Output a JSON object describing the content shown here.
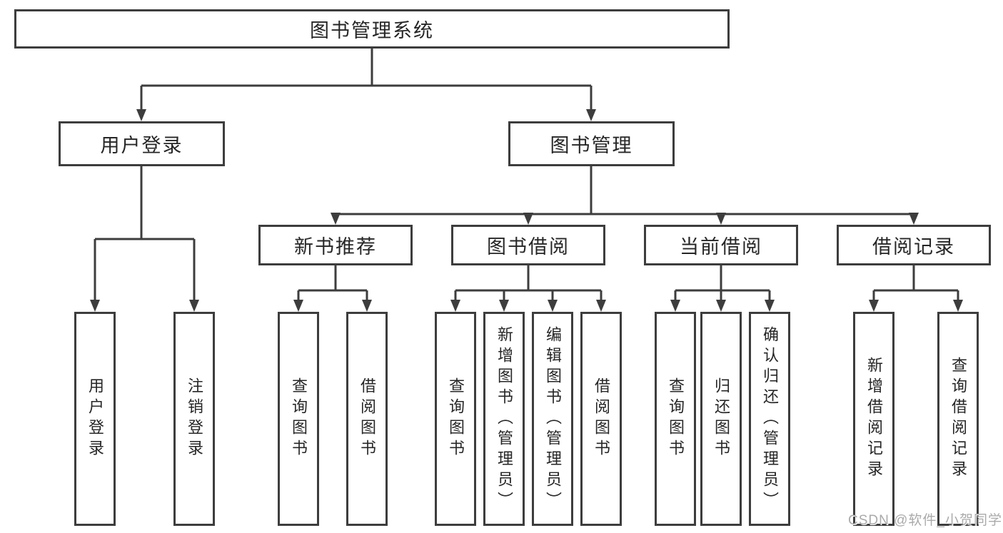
{
  "diagram_title": "图书管理系统",
  "watermark": "CSDN @软件_小贺同学",
  "colors": {
    "background": "#ffffff",
    "box_border": "#3d3d3d",
    "connector_line": "#3d3d3d",
    "text": "#262626",
    "watermark_text": "#aaaaaa"
  },
  "tree": {
    "root": {
      "label": "图书管理系统",
      "children": [
        {
          "label": "用户登录",
          "children": [
            {
              "label": "用户登录"
            },
            {
              "label": "注销登录"
            }
          ]
        },
        {
          "label": "图书管理",
          "children": [
            {
              "label": "新书推荐",
              "children": [
                {
                  "label": "查询图书"
                },
                {
                  "label": "借阅图书"
                }
              ]
            },
            {
              "label": "图书借阅",
              "children": [
                {
                  "label": "查询图书"
                },
                {
                  "label": "新增图书（管理员）"
                },
                {
                  "label": "编辑图书（管理员）"
                },
                {
                  "label": "借阅图书"
                }
              ]
            },
            {
              "label": "当前借阅",
              "children": [
                {
                  "label": "查询图书"
                },
                {
                  "label": "归还图书"
                },
                {
                  "label": "确认归还（管理员）"
                }
              ]
            },
            {
              "label": "借阅记录",
              "children": [
                {
                  "label": "新增借阅记录"
                },
                {
                  "label": "查询借阅记录"
                }
              ]
            }
          ]
        }
      ]
    }
  }
}
